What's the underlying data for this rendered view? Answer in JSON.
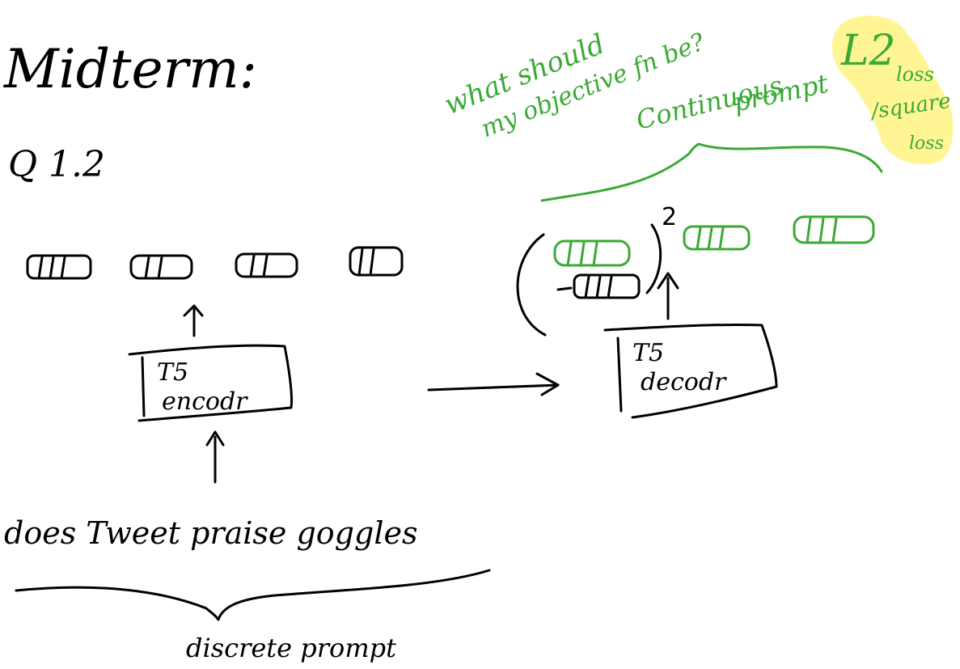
{
  "title": "Midterm:",
  "question": "Q 1.2",
  "encoder": {
    "line1": "T5",
    "line2": "encodr"
  },
  "decoder": {
    "line1": "T5",
    "line2": "decodr"
  },
  "input_sentence": "does Tweet praise goggles",
  "discrete_label": "discrete prompt",
  "green_notes": {
    "line1": "what should",
    "line2": "my objective fn be?",
    "continuous": "Continuous",
    "prompt": "prompt"
  },
  "loss_notes": {
    "l2": "L2",
    "loss1": "loss",
    "square": "/square",
    "loss2": "loss"
  },
  "exponent": "2",
  "colors": {
    "ink": "#000000",
    "green": "#3aaa35",
    "highlight": "#fff48a"
  }
}
